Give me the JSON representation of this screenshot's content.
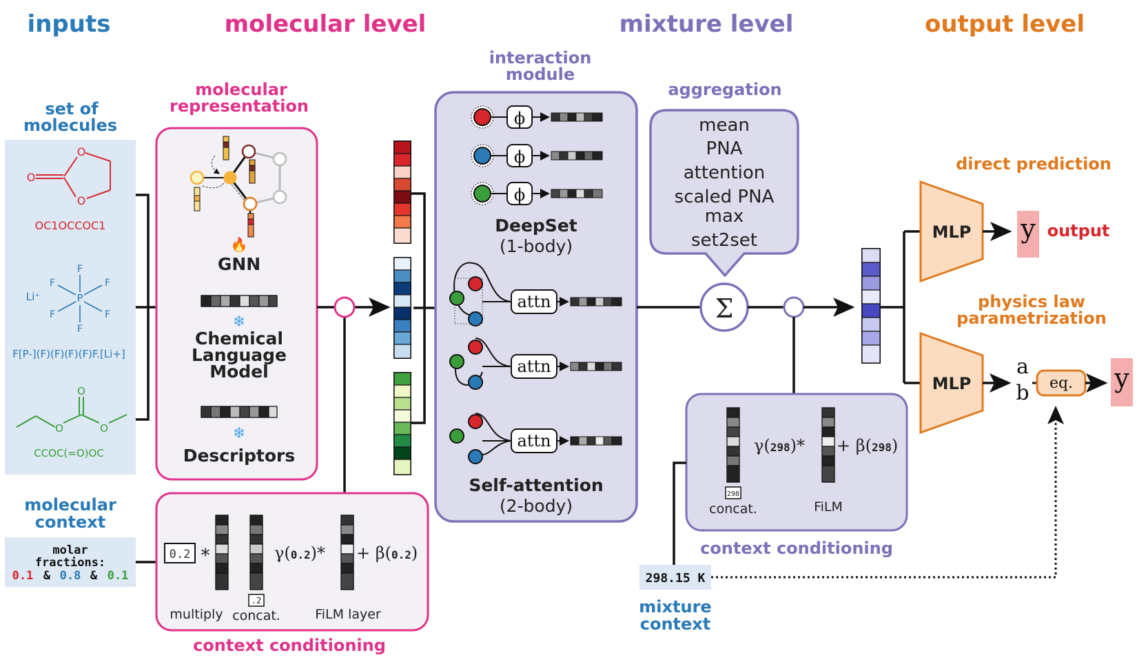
{
  "colors": {
    "inputs": "#2a7ab8",
    "molecular": "#e0338a",
    "mixture": "#7b72b8",
    "output": "#e07a1f",
    "red": "#d9262c",
    "green": "#3a9e3a",
    "panel_blue": "#dce8f4",
    "panel_purple": "#dcdcec",
    "panel_pink": "#f3f1f6",
    "mlp_fill": "#fbdcc0",
    "y_fill": "#f5aeae"
  },
  "headers": {
    "inputs": "inputs",
    "molecular": "molecular level",
    "mixture": "mixture level",
    "output": "output level"
  },
  "inputs": {
    "set_label_1": "set of",
    "set_label_2": "molecules",
    "smiles_1": "OC1OCCOC1",
    "smiles_2": "F[P-](F)(F)(F)(F)F.[Li+]",
    "smiles_3": "CCOC(=O)OC",
    "li_label": "Li⁺",
    "p_label": "P",
    "f_label": "F",
    "o_label": "O",
    "context_label_1": "molecular",
    "context_label_2": "context",
    "molar_1": "molar",
    "molar_2": "fractions:",
    "frac_1": "0.1",
    "frac_2": "0.8",
    "frac_3": "0.1",
    "amp": "&"
  },
  "molecular": {
    "rep_title_1": "molecular",
    "rep_title_2": "representation",
    "gnn": "GNN",
    "clm_1": "Chemical",
    "clm_2": "Language",
    "clm_3": "Model",
    "descriptors": "Descriptors",
    "fire_icon": "🔥",
    "snowflake_icon": "❄"
  },
  "context_mol": {
    "value": "0.2",
    "times": "*",
    "small_value": ".2",
    "gamma": "γ(",
    "gamma_arg": "0.2",
    "close_times": ")*",
    "plus_beta": "+ β(",
    "beta_arg": "0.2",
    "close": ")",
    "multiply": "multiply",
    "concat": "concat.",
    "film": "FiLM layer",
    "caption": "context conditioning"
  },
  "interaction": {
    "title_1": "interaction",
    "title_2": "module",
    "phi": "ϕ",
    "deepset": "DeepSet",
    "deepset_sub": "(1-body)",
    "attn": "attn",
    "selfattn": "Self-attention",
    "selfattn_sub": "(2-body)"
  },
  "aggregation": {
    "title": "aggregation",
    "items": [
      "mean",
      "PNA",
      "attention",
      "scaled PNA",
      "max",
      "set2set"
    ],
    "sigma": "Σ"
  },
  "context_mix": {
    "small_value": "298",
    "gamma": "γ(",
    "gamma_arg": "298",
    "close_times": ")*",
    "plus_beta": "+ β(",
    "beta_arg": "298",
    "close": ")",
    "concat": "concat.",
    "film": "FiLM",
    "caption": "context conditioning",
    "temperature": "298.15 K",
    "label_1": "mixture",
    "label_2": "context"
  },
  "output": {
    "direct": "direct prediction",
    "mlp": "MLP",
    "y": "y",
    "output_label": "output",
    "physics_1": "physics law",
    "physics_2": "parametrization",
    "a": "a",
    "b": "b",
    "eq": "eq."
  }
}
